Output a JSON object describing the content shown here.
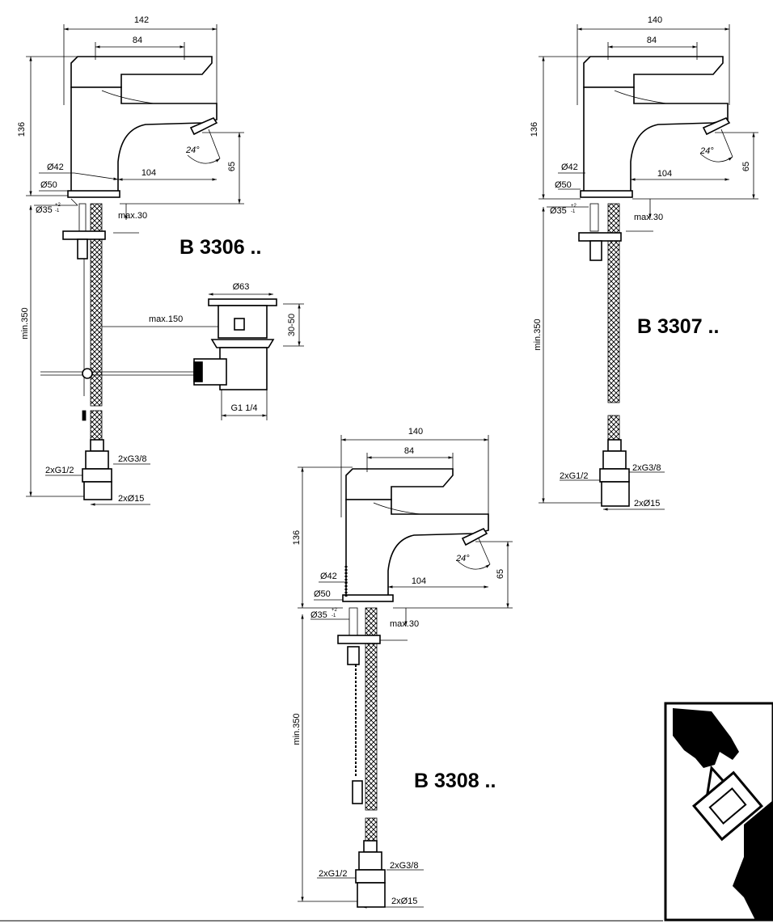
{
  "drawings": {
    "b3306": {
      "model": "B 3306 ..",
      "dims": {
        "overall_width": "142",
        "lever_width": "84",
        "height": "136",
        "spout_reach": "104",
        "spout_height": "65",
        "angle": "24°",
        "base_d42": "Ø42",
        "base_d50": "Ø50",
        "hole_d35": "Ø35",
        "tol_plus": "+2",
        "tol_minus": "-1",
        "max30": "max.30",
        "min350": "min.350",
        "g38": "2xG3/8",
        "g12": "2xG1/2",
        "d15": "2xØ15"
      },
      "waste": {
        "d63": "Ø63",
        "range": "30-50",
        "max150": "max.150",
        "thread": "G1 1/4"
      }
    },
    "b3307": {
      "model": "B 3307 ..",
      "dims": {
        "overall_width": "140",
        "lever_width": "84",
        "height": "136",
        "spout_reach": "104",
        "spout_height": "65",
        "angle": "24°",
        "base_d42": "Ø42",
        "base_d50": "Ø50",
        "hole_d35": "Ø35",
        "tol_plus": "+2",
        "tol_minus": "-1",
        "max30": "max.30",
        "min350": "min.350",
        "g38": "2xG3/8",
        "g12": "2xG1/2",
        "d15": "2xØ15"
      }
    },
    "b3308": {
      "model": "B 3308 ..",
      "dims": {
        "overall_width": "140",
        "lever_width": "84",
        "height": "136",
        "spout_reach": "104",
        "spout_height": "65",
        "angle": "24°",
        "base_d42": "Ø42",
        "base_d50": "Ø50",
        "hole_d35": "Ø35",
        "tol_plus": "+2",
        "tol_minus": "-1",
        "max30": "max.30",
        "min350": "min.350",
        "g38": "2xG3/8",
        "g12": "2xG1/2",
        "d15": "2xØ15"
      }
    }
  },
  "icon": {
    "name": "installation-instructions-icon"
  }
}
